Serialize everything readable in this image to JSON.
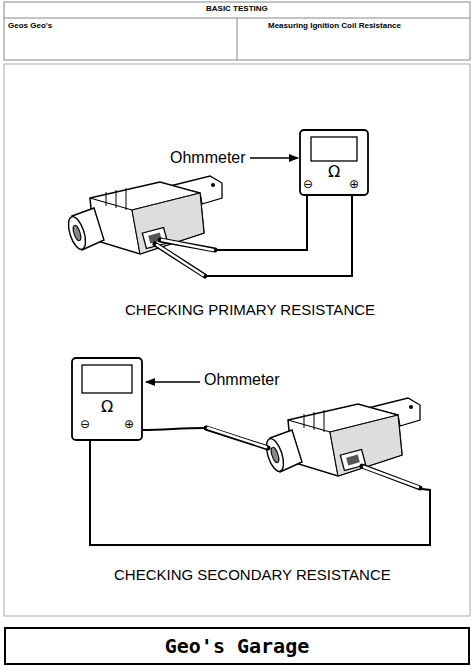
{
  "diagram": {
    "title": "BASIC TESTING",
    "nodes": [
      {
        "text": [
          "Geo's Garage"
        ]
      }
    ],
    "labels": [
      "Geos Geo's",
      "Measuring Ignition Coil Resistance",
      "Ohmmeter",
      "Ω",
      "⊖",
      "⊕",
      "CHECKING PRIMARY RESISTANCE",
      "Ohmmeter",
      "Ω",
      "⊖",
      "⊕",
      "CHECKING SECONDARY RESISTANCE"
    ]
  }
}
